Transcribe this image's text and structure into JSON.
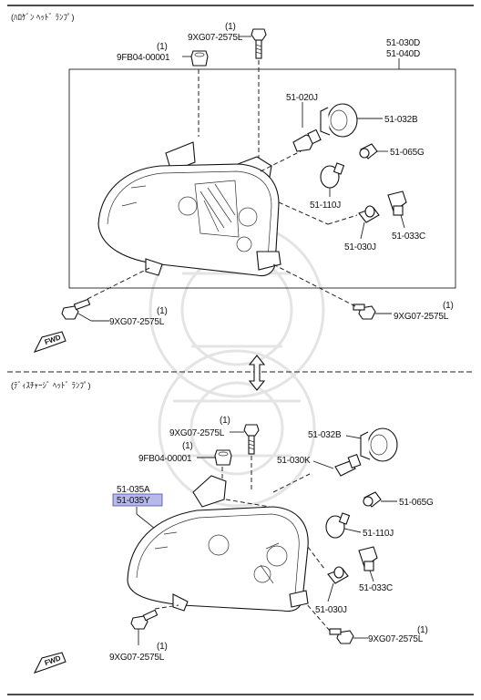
{
  "sections": [
    {
      "title": "(ﾊﾛｹﾞﾝ ﾍｯﾄﾞ ﾗﾝﾌﾟ)",
      "labels": {
        "part_51_030D": "51-030D",
        "part_51_040D": "51-040D",
        "bolt_top_qty": "(1)",
        "bolt_top": "9XG07-2575L",
        "nut_qty": "(1)",
        "nut": "9FB04-00001",
        "bulb_51_020J": "51-020J",
        "socket_51_032B": "51-032B",
        "bulb_51_065G": "51-065G",
        "bulb_51_110J": "51-110J",
        "socket_51_033C": "51-033C",
        "bulb_51_030J": "51-030J",
        "bolt_left_qty": "(1)",
        "bolt_left": "9XG07-2575L",
        "bolt_right_qty": "(1)",
        "bolt_right": "9XG07-2575L",
        "fwd": "FWD"
      }
    },
    {
      "title": "(ﾃﾞｨｽﾁｬｰｼﾞ ﾍｯﾄﾞ ﾗﾝﾌﾟ)",
      "labels": {
        "bolt_top_qty": "(1)",
        "bolt_top": "9XG07-2575L",
        "nut_qty": "(1)",
        "nut": "9FB04-00001",
        "part_51_035A": "51-035A",
        "part_51_035Y": "51-035Y",
        "socket_51_032B": "51-032B",
        "bulb_51_030K": "51-030K",
        "bulb_51_065G": "51-065G",
        "bulb_51_110J": "51-110J",
        "socket_51_033C": "51-033C",
        "bulb_51_030J": "51-030J",
        "bolt_left_qty": "(1)",
        "bolt_left": "9XG07-2575L",
        "bolt_right_qty": "(1)",
        "bolt_right": "9XG07-2575L",
        "fwd": "FWD"
      }
    }
  ],
  "highlight_color": "#b7b9ea",
  "highlight_border": "#4a4fa8",
  "icons": [
    "bolt-icon",
    "nut-icon",
    "bulb-icon",
    "socket-icon",
    "headlamp-icon",
    "fwd-arrow-icon",
    "double-arrow-icon"
  ]
}
